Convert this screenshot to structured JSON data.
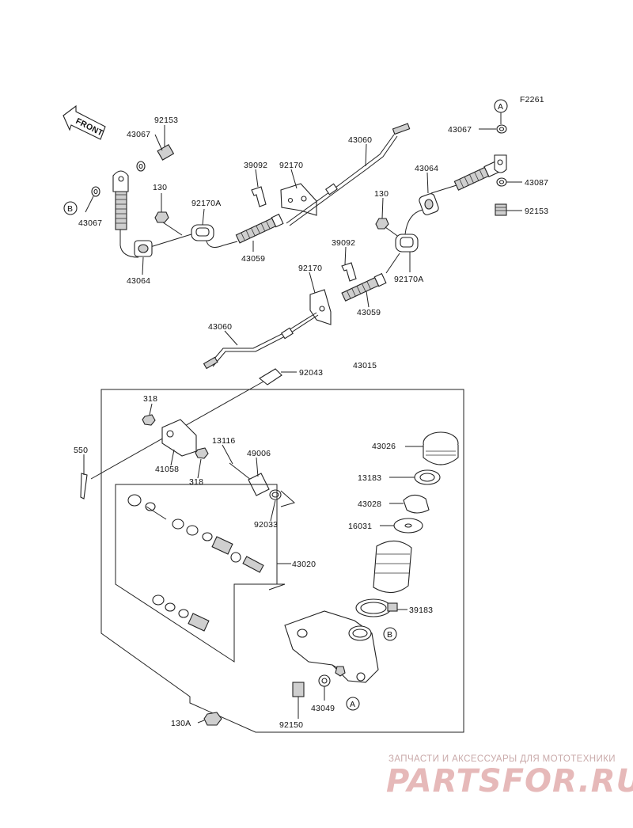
{
  "code": "F2261",
  "front_label": "FRONT",
  "callouts": {
    "a": "A",
    "b": "B"
  },
  "labels": {
    "l92153_tl": "92153",
    "l43067_tl": "43067",
    "l43067_l": "43067",
    "l130_l": "130",
    "l92170A_l": "92170A",
    "l43064_l": "43064",
    "l43059_l": "43059",
    "l39092_t": "39092",
    "l92170_t": "92170",
    "l43060_t": "43060",
    "l43064_r": "43064",
    "l130_r": "130",
    "l43067_r": "43067",
    "l43087_r": "43087",
    "l92153_r": "92153",
    "l39092_m": "39092",
    "l92170_m": "92170",
    "l92170A_r": "92170A",
    "l43059_m": "43059",
    "l43060_l": "43060",
    "l43015": "43015",
    "l92043": "92043",
    "l318_t": "318",
    "l550": "550",
    "l41058": "41058",
    "l318_b": "318",
    "l13116": "13116",
    "l49006": "49006",
    "l92033": "92033",
    "l43026": "43026",
    "l13183": "13183",
    "l43028": "43028",
    "l16031": "16031",
    "l43020": "43020",
    "l39183": "39183",
    "l43049": "43049",
    "l92150": "92150",
    "l130A": "130A"
  },
  "watermark": {
    "tagline": "ЗАПЧАСТИ И АКСЕССУАРЫ ДЛЯ МОТОТЕХНИКИ",
    "brand": "PARTSFOR.RU"
  },
  "colors": {
    "line": "#222222",
    "watermark": "#e6b9b9"
  }
}
